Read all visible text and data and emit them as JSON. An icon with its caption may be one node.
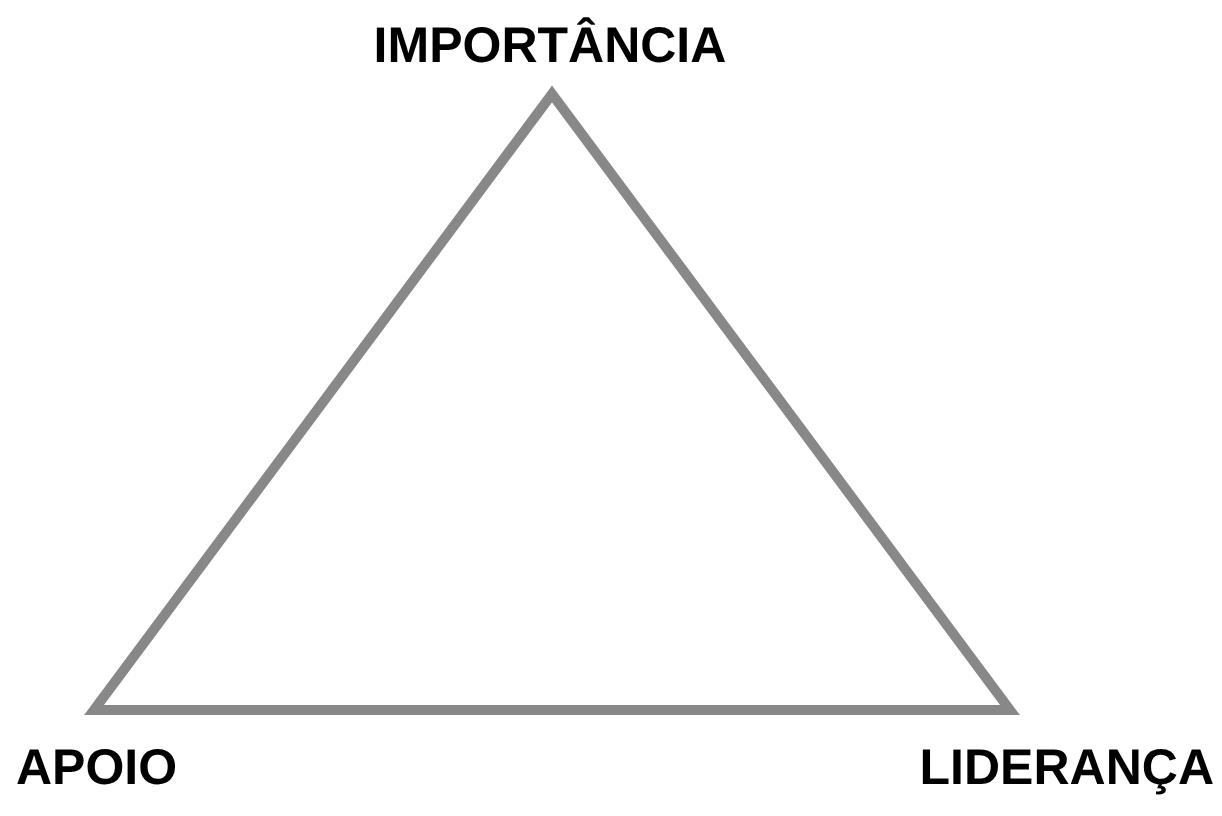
{
  "diagram": {
    "labels": [
      "IMPORTÂNCIA",
      "APOIO",
      "LIDERANÇA"
    ]
  }
}
